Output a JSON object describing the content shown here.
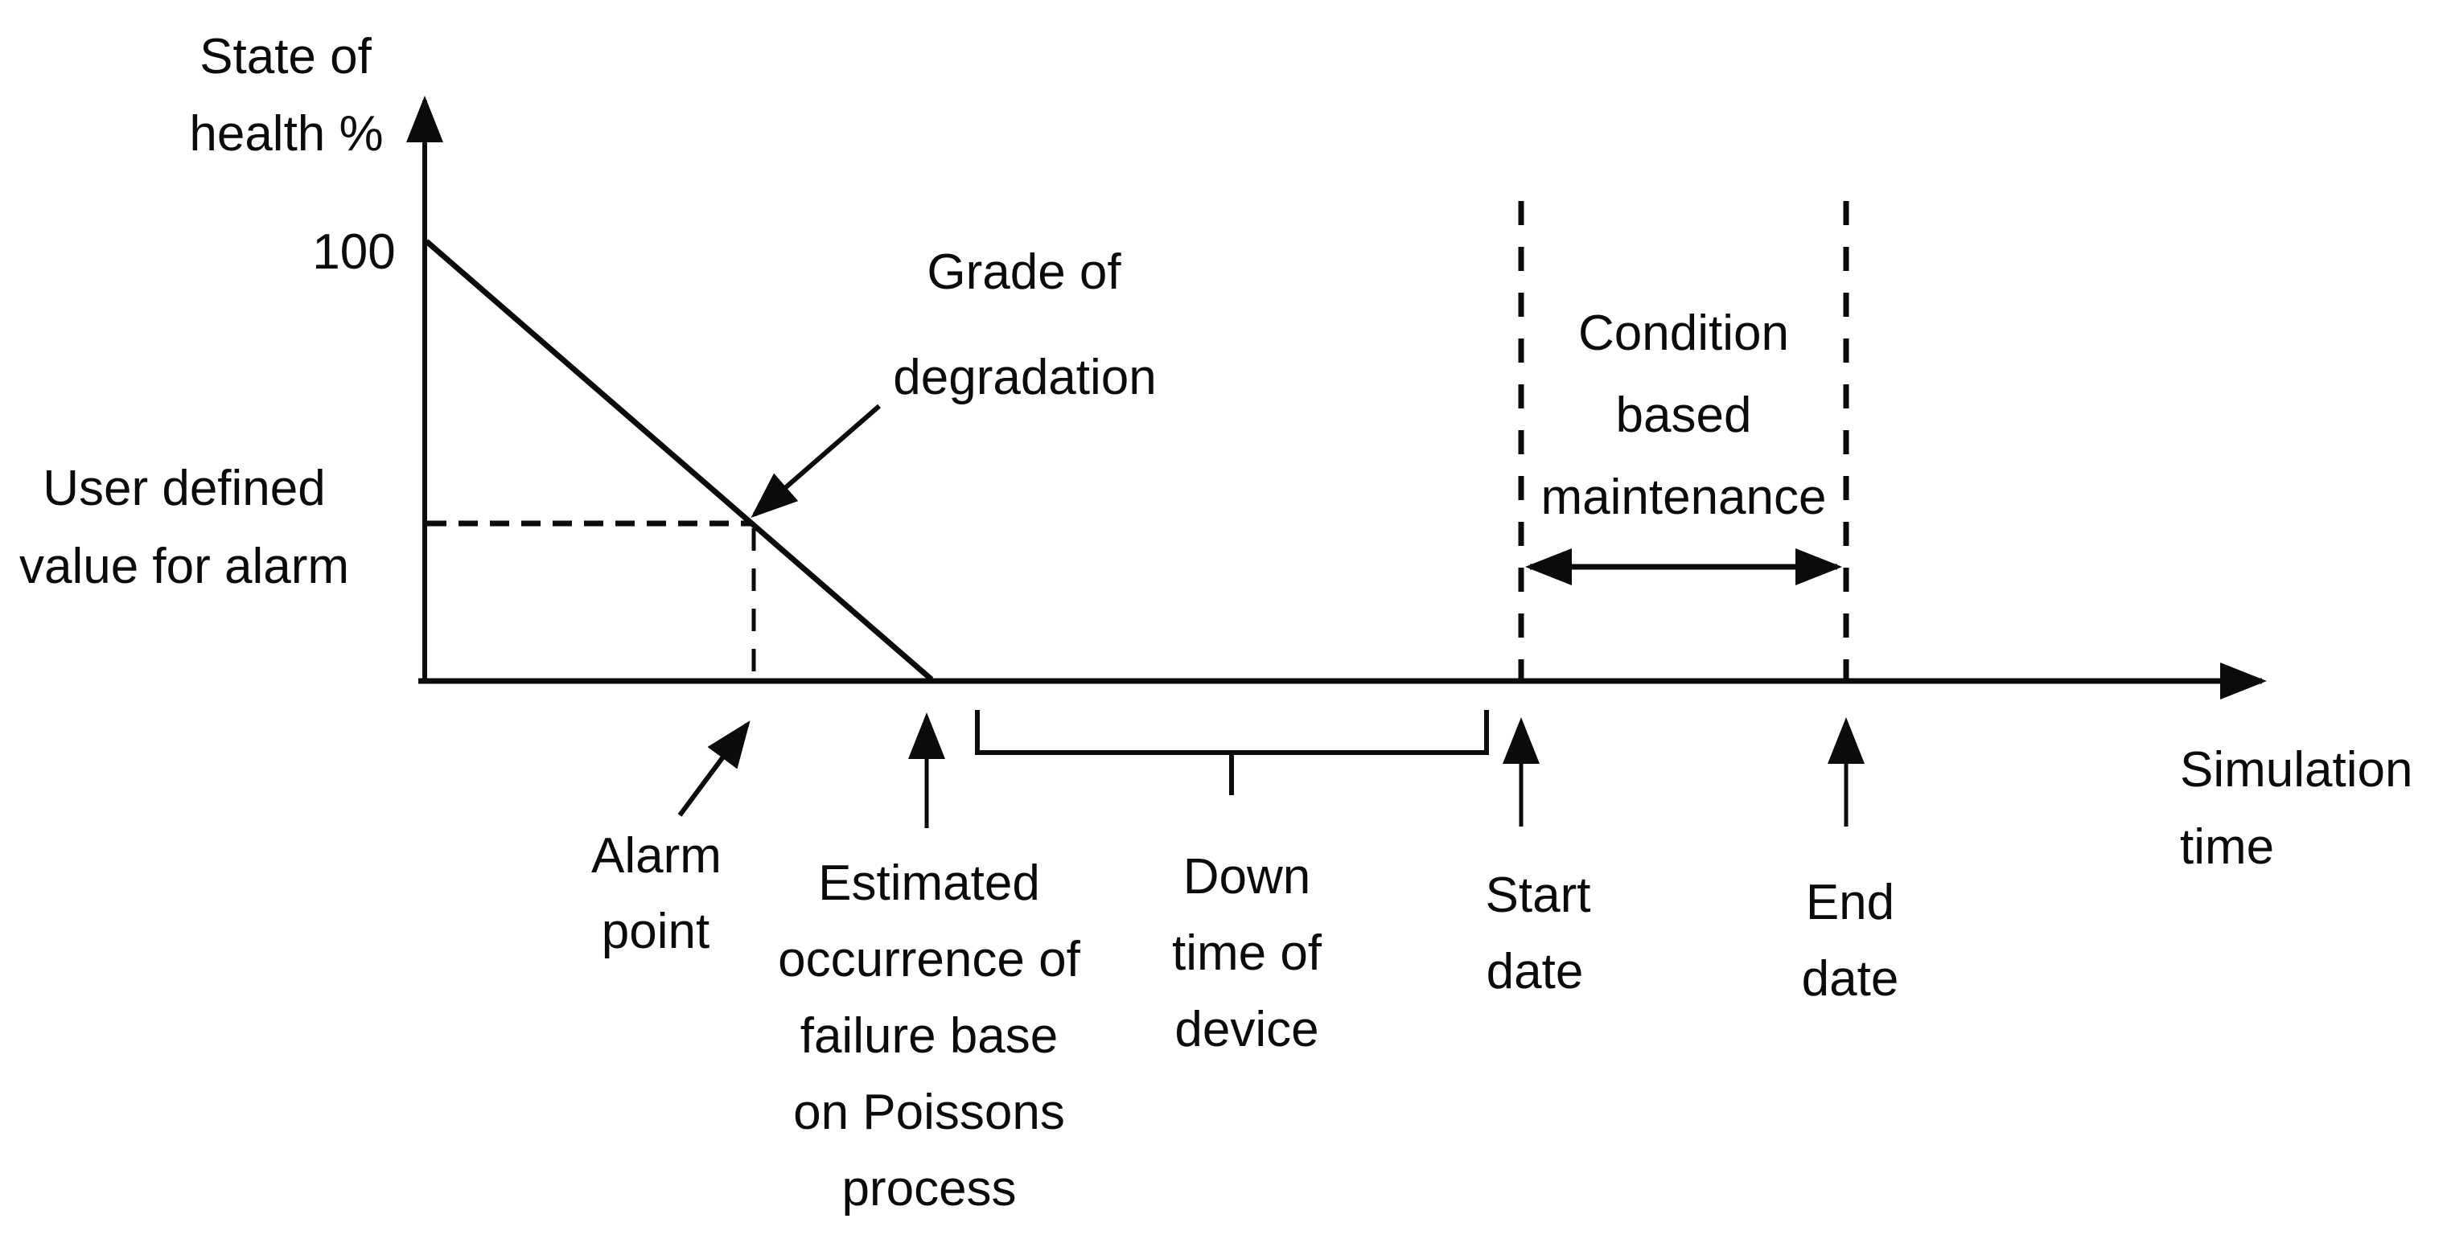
{
  "diagram": {
    "background_color": "#ffffff",
    "line_color": "#0b0b0b",
    "y_axis": {
      "label": [
        "State of",
        "health %"
      ],
      "tick_100": "100"
    },
    "x_axis": {
      "label": [
        "Simulation",
        "time"
      ]
    },
    "annotations": {
      "grade_of_degradation": [
        "Grade of",
        "degradation"
      ],
      "user_defined_alarm": [
        "User defined",
        "value for alarm"
      ],
      "alarm_point": [
        "Alarm",
        "point"
      ],
      "estimated_failure": [
        "Estimated",
        "occurrence of",
        "failure base",
        "on Poissons",
        "process"
      ],
      "down_time": [
        "Down",
        "time of",
        "device"
      ],
      "start_date": [
        "Start",
        "date"
      ],
      "end_date": [
        "End",
        "date"
      ],
      "condition_based_maintenance": [
        "Condition",
        "based",
        "maintenance"
      ]
    }
  }
}
